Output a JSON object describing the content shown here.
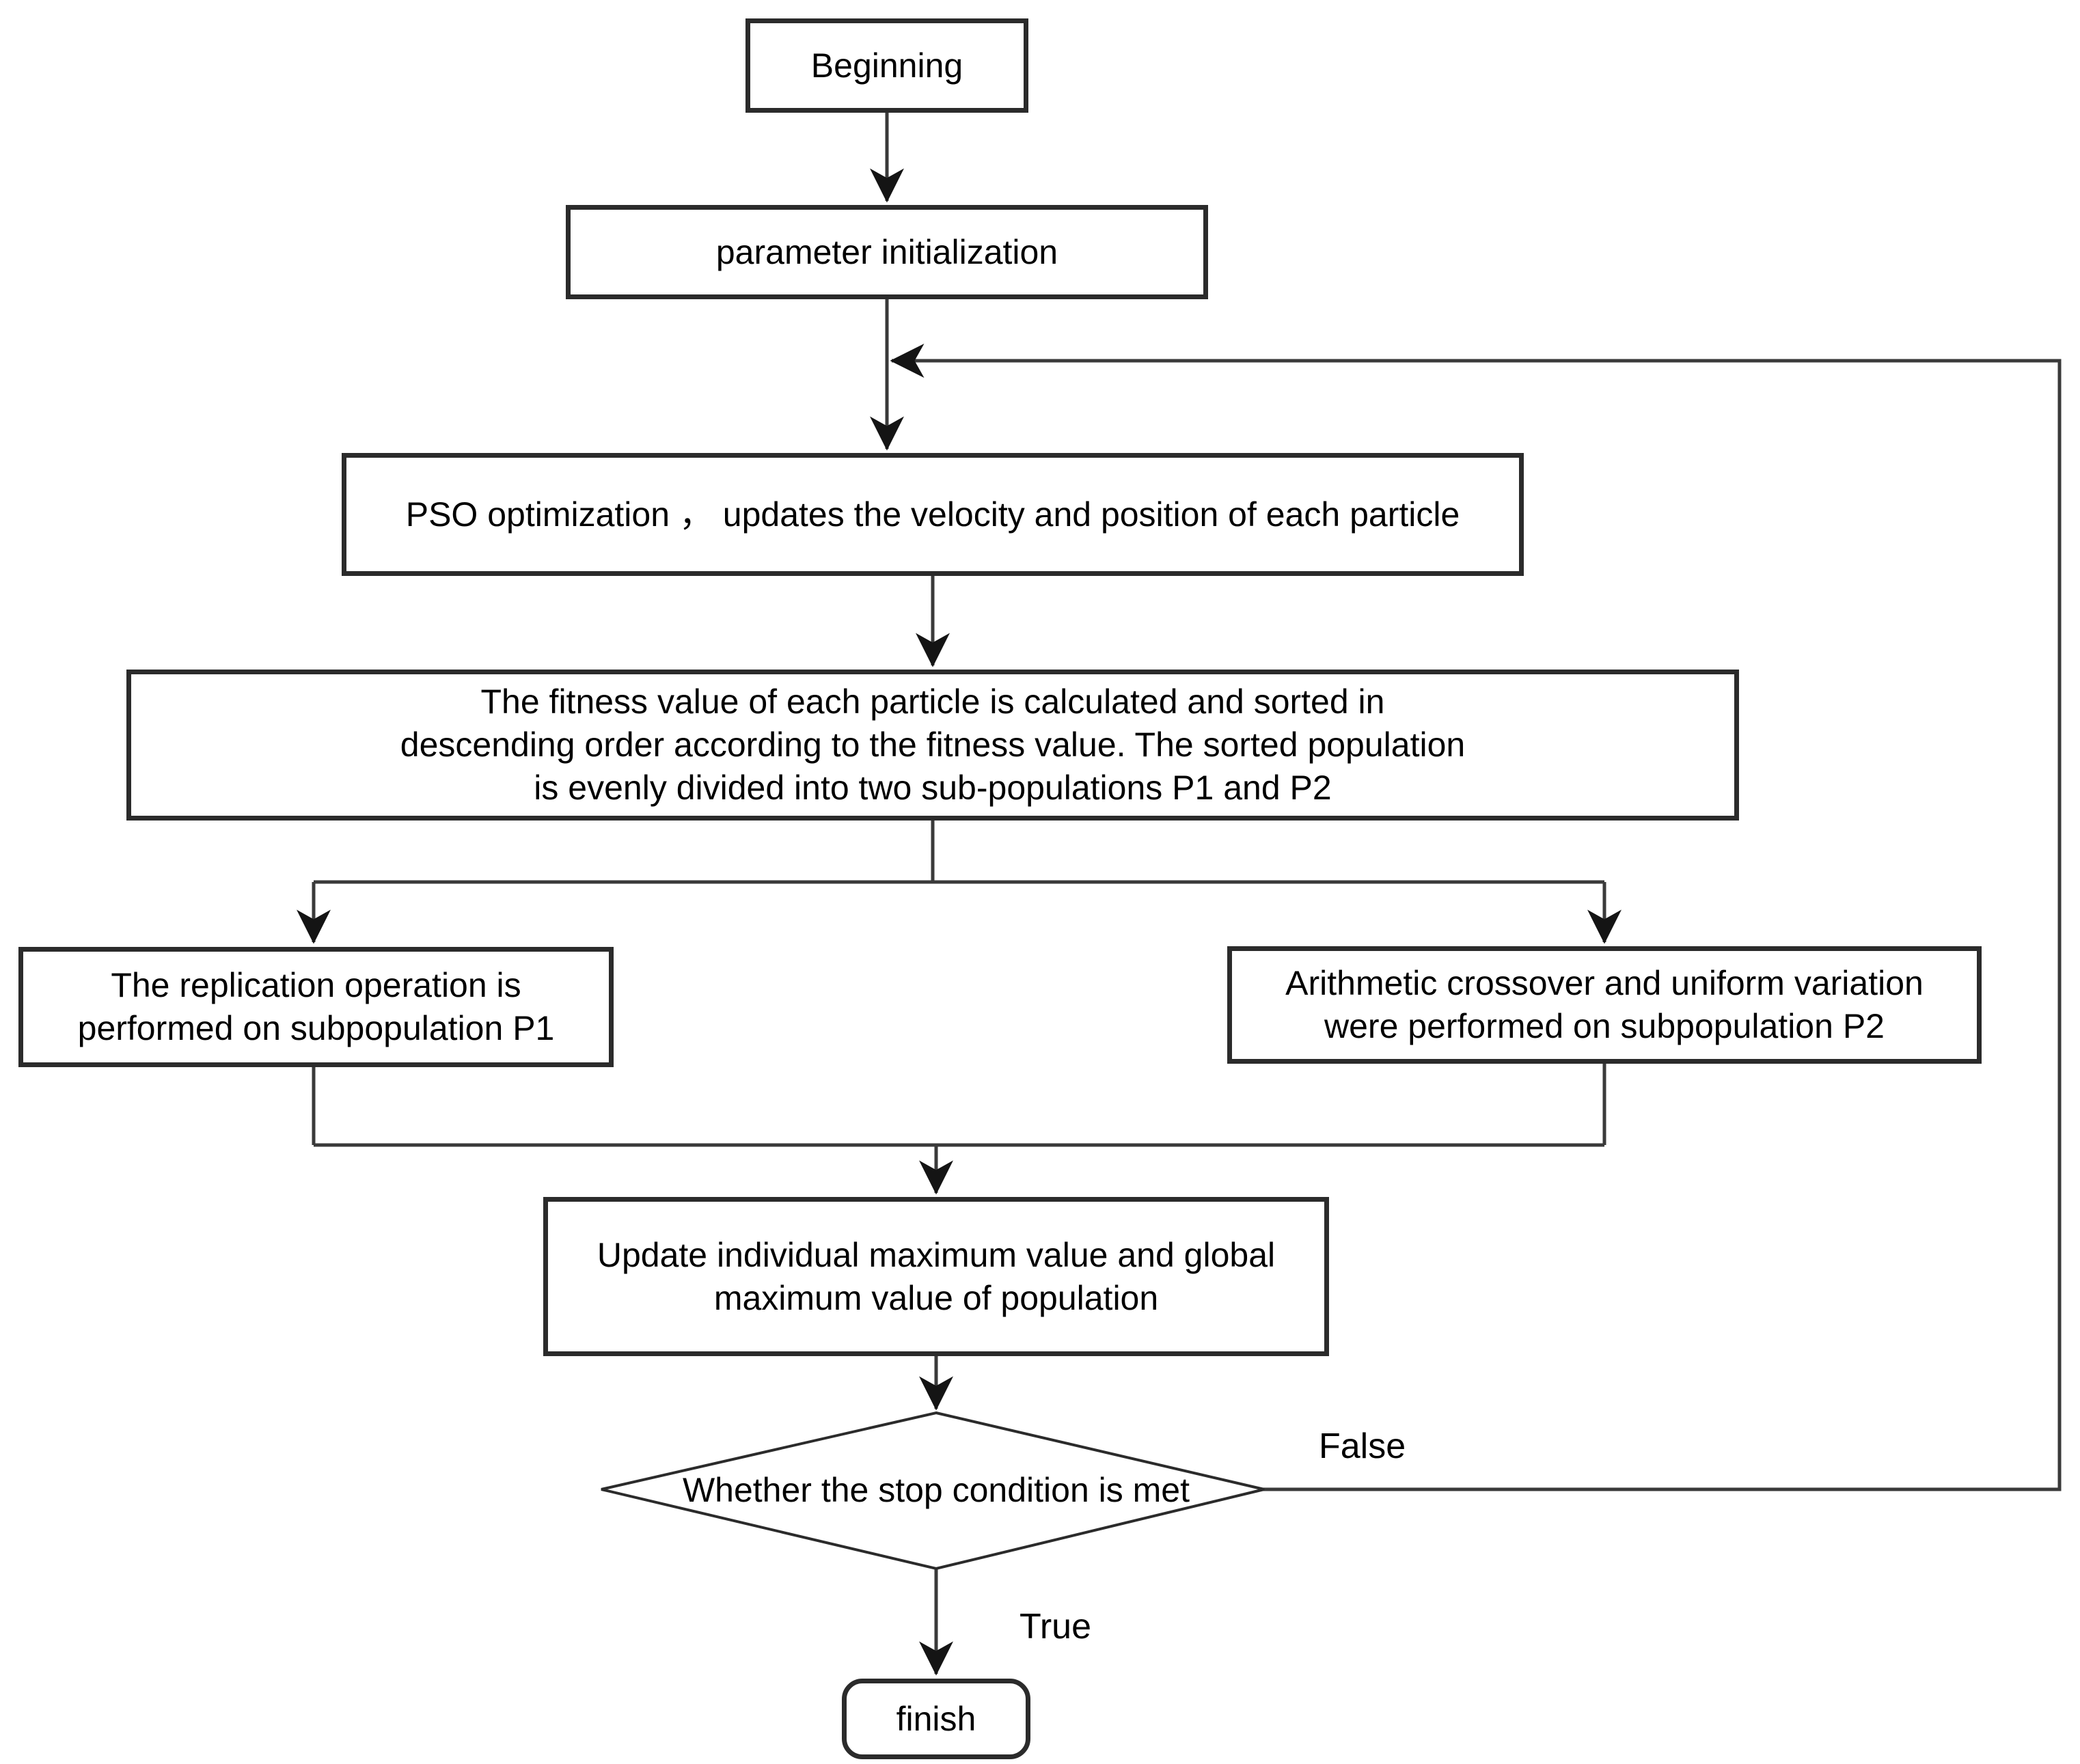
{
  "diagram": {
    "title_hint": "PSO optimization algorithm flowchart",
    "colors": {
      "background": "#ffffff",
      "line": "#3a3a3a",
      "box_border": "#2b2b2b",
      "text": "#000000",
      "arrowhead": "#141414"
    },
    "nodes": {
      "beginning": {
        "label": "Beginning",
        "shape": "rect"
      },
      "param_init": {
        "label": "parameter initialization",
        "shape": "rect"
      },
      "pso": {
        "label": "PSO optimization ， updates the velocity and position of each particle",
        "shape": "rect"
      },
      "fitness": {
        "label": "The fitness value of each particle is calculated and sorted in\ndescending order according to the fitness value. The sorted population\nis evenly divided into two sub-populations P1 and P2",
        "shape": "rect"
      },
      "replication": {
        "label": "The replication operation is\nperformed on subpopulation P1",
        "shape": "rect"
      },
      "crossover": {
        "label": "Arithmetic crossover and uniform variation\nwere performed on subpopulation P2",
        "shape": "rect"
      },
      "update": {
        "label": "Update individual maximum value and global\nmaximum value of population",
        "shape": "rect"
      },
      "decision": {
        "label": "Whether the stop condition is met",
        "shape": "diamond"
      },
      "finish": {
        "label": "finish",
        "shape": "rounded-rect"
      }
    },
    "edge_labels": {
      "false_branch": "False",
      "true_branch": "True"
    }
  }
}
